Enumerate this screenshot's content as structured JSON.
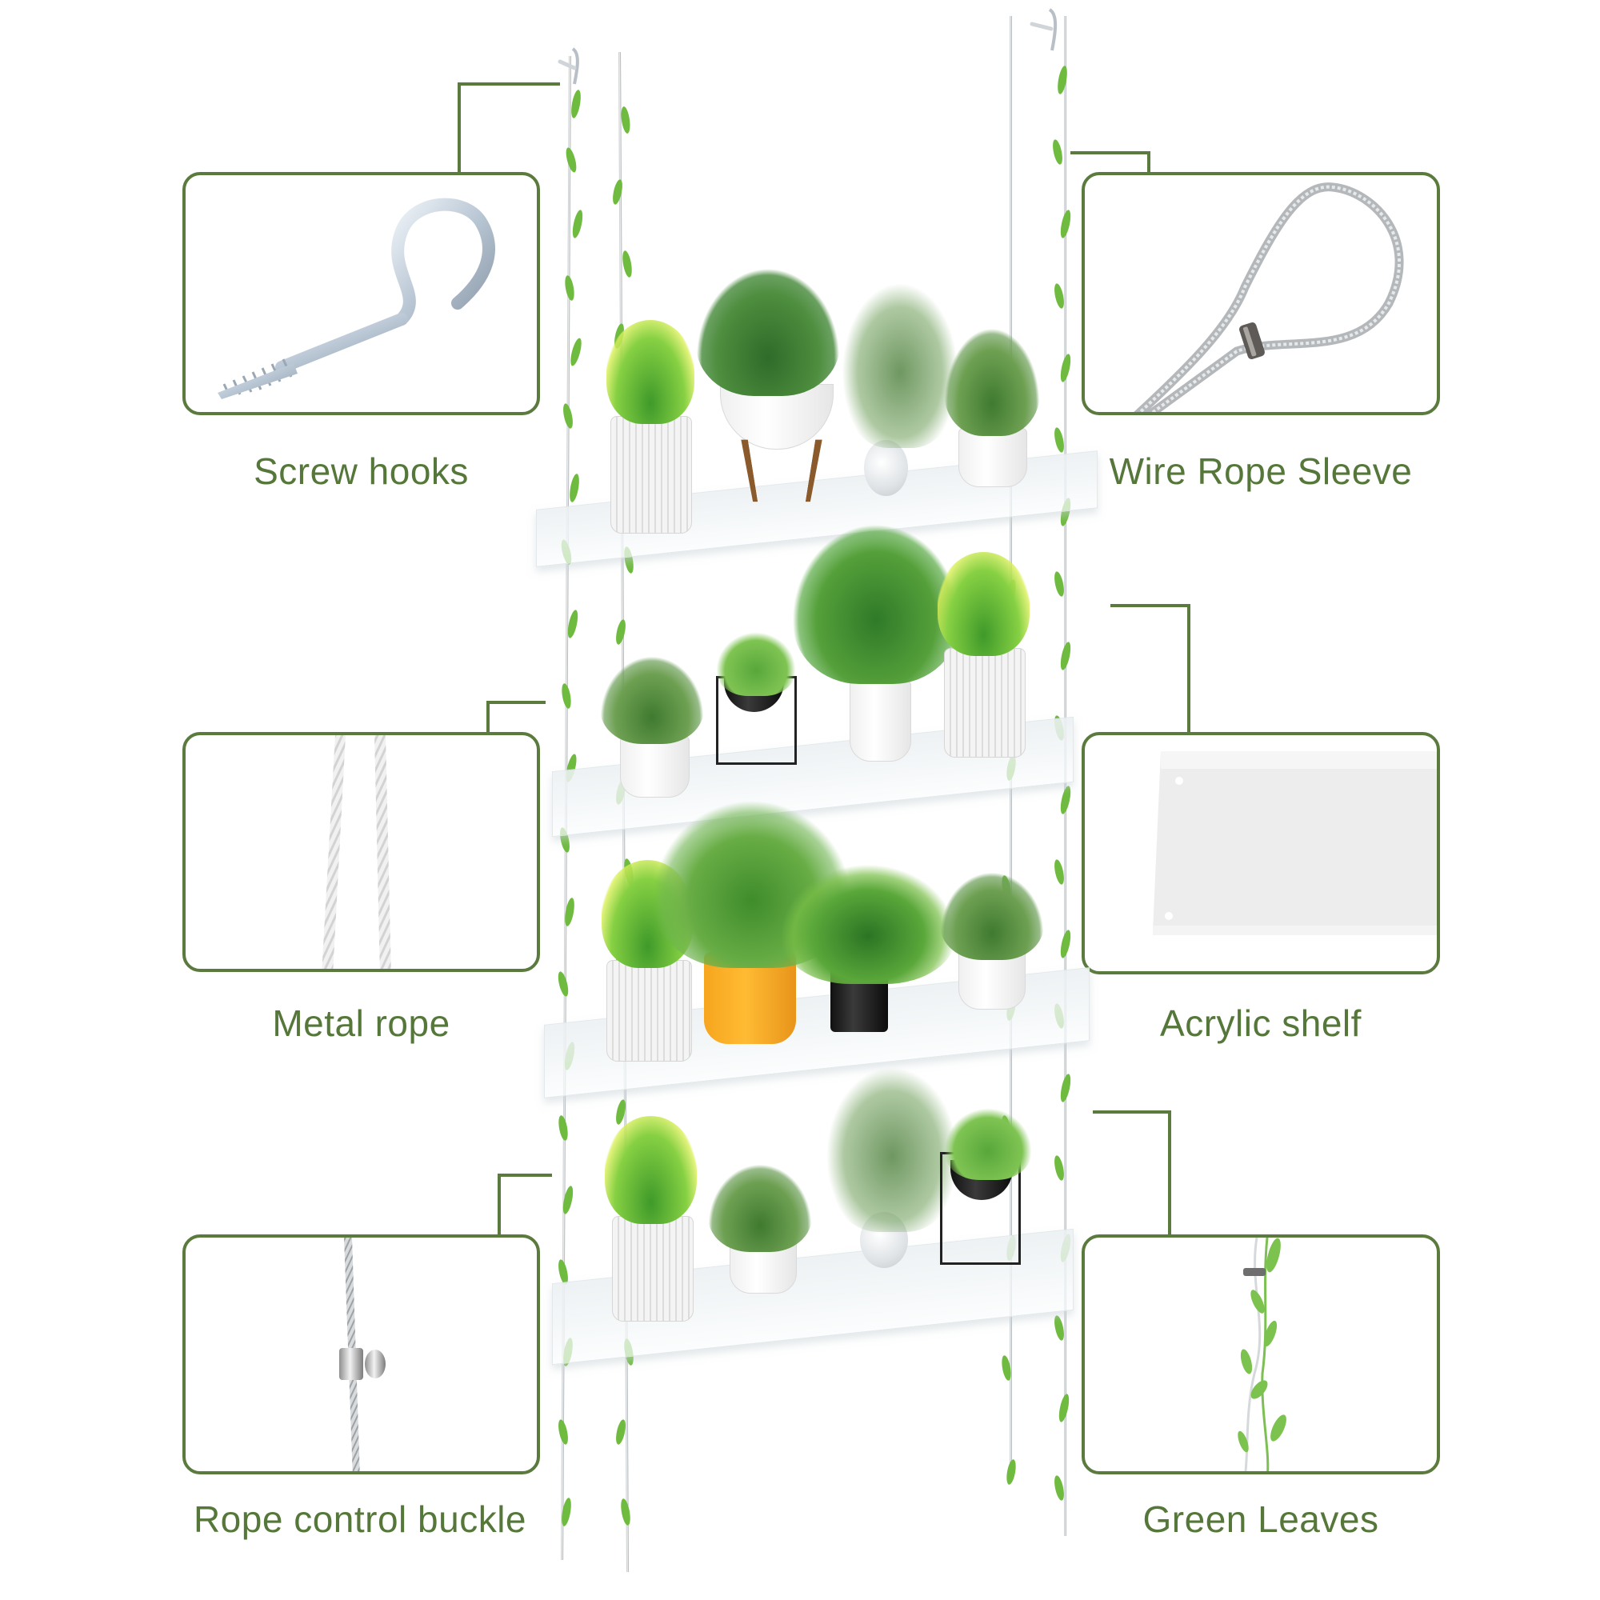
{
  "image": {
    "description": "Hanging acrylic plant shelf product diagram with labeled component callouts",
    "accent_color": "#5a7a3e",
    "label_color": "#56773a"
  },
  "callouts": {
    "left": [
      {
        "label": "Screw hooks",
        "icon": "screw-hook-icon"
      },
      {
        "label": "Metal rope",
        "icon": "metal-rope-icon"
      },
      {
        "label": "Rope control buckle",
        "icon": "rope-buckle-icon"
      }
    ],
    "right": [
      {
        "label": "Wire Rope Sleeve",
        "icon": "wire-rope-sleeve-icon"
      },
      {
        "label": "Acrylic shelf",
        "icon": "acrylic-shelf-icon"
      },
      {
        "label": "Green Leaves",
        "icon": "green-leaves-icon"
      }
    ]
  },
  "product": {
    "shelf_count": 4,
    "pot_colors": {
      "white": "#f2f2f2",
      "orange": "#f7a823",
      "black": "#151515"
    },
    "shelves": [
      {
        "plants": [
          "yellow-tipped grass in ribbed white pot",
          "leafy plant in white bowl on wooden legs",
          "branches in glass vase",
          "herb in white pot"
        ]
      },
      {
        "plants": [
          "herb in white pot",
          "leafy plant in black bowl on wire stand",
          "monstera in white pot",
          "yellow-tipped grass in ribbed white pot"
        ]
      },
      {
        "plants": [
          "yellow-tipped grass in ribbed white pot",
          "palm in orange pot",
          "calathea in black pot",
          "herb in white pot"
        ]
      },
      {
        "plants": [
          "yellow-tipped grass in ribbed white pot",
          "herb in white pot",
          "branches in glass vase",
          "leafy plant in black bowl on wire stand"
        ]
      }
    ]
  }
}
